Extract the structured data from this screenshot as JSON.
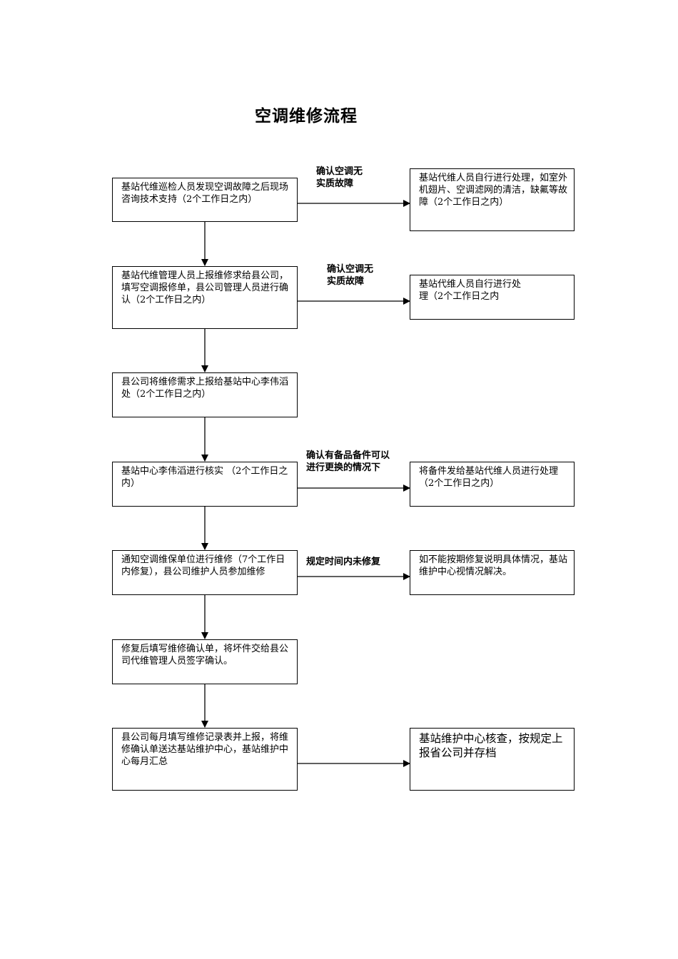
{
  "title": "空调维修流程",
  "steps": [
    {
      "text": "基站代维巡检人员发现空调故障之后现场咨询技术支持（2个工作日之内）"
    },
    {
      "text": "基站代维管理人员上报维修求给县公司，填写空调报修单，县公司管理人员进行确认（2个工作日之内）"
    },
    {
      "text": "县公司将维修需求上报给基站中心李伟滔处（2个工作日之内）"
    },
    {
      "text": "基站中心李伟滔进行核实 （2个工作日之内）"
    },
    {
      "text": "通知空调维保单位进行维修（7个工作日内修复），县公司维护人员参加维修"
    },
    {
      "text": "修复后填写维修确认单，将坏件交给县公司代维管理人员签字确认。"
    },
    {
      "text": "县公司每月填写维修记录表并上报，将维修确认单送达基站维护中心，基站维护中心每月汇总"
    }
  ],
  "branches": [
    {
      "label_line1": "确认空调无",
      "label_line2": "实质故障",
      "text": "基站代维人员自行进行处理，如室外机翅片、空调滤网的清洁，缺氟等故障（2个工作日之内）"
    },
    {
      "label_line1": "确认空调无",
      "label_line2": "实质故障",
      "text": "基站代维人员自行进行处理（2个工作日之内"
    },
    {
      "label_line1": "确认有备品备件可以",
      "label_line2": "进行更换的情况下",
      "text": "将备件发给基站代维人员进行处理（2个工作日之内）"
    },
    {
      "label_line1": "规定时间内未修复",
      "label_line2": "",
      "text": "如不能按期修复说明具体情况，基站维护中心视情况解决。"
    },
    {
      "label_line1": "",
      "label_line2": "",
      "text": "基站维护中心核查，按规定上报省公司并存档"
    }
  ]
}
